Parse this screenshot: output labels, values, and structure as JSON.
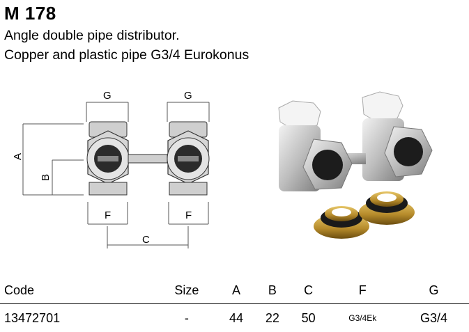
{
  "product": {
    "code_title": "M 178",
    "subtitle_line1": "Angle double pipe distributor.",
    "subtitle_line2": "Copper and plastic pipe G3/4 Eurokonus"
  },
  "drawing": {
    "labels": {
      "g_left": "G",
      "g_right": "G",
      "a": "A",
      "b": "B",
      "f_left": "F",
      "f_right": "F",
      "c": "C"
    }
  },
  "table": {
    "headers": [
      "Code",
      "Size",
      "A",
      "B",
      "C",
      "F",
      "G"
    ],
    "rows": [
      [
        "13472701",
        "-",
        "44",
        "22",
        "50",
        "G3/4Ek",
        "G3/4"
      ]
    ]
  }
}
